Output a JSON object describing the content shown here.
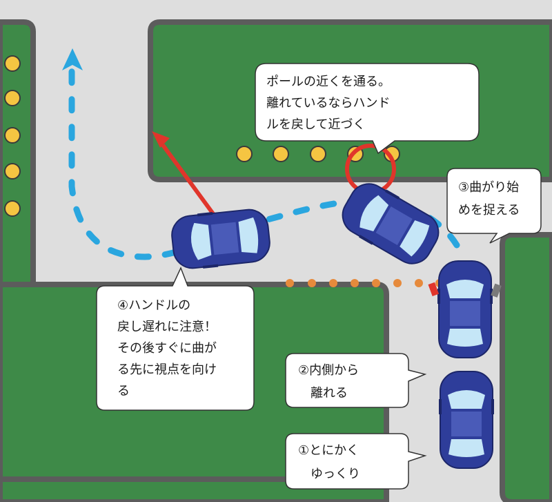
{
  "colors": {
    "road": "#dedede",
    "curb": "#5c5c5c",
    "grass": "#3e8a48",
    "pole": "#f5c542",
    "car_body": "#2e3d9a",
    "car_glass": "#c5e6f7",
    "path": "#2aa6df",
    "steer_arrow": "#e0352b",
    "target_circle": "#e0352b",
    "inner_dots": "#e68a3c"
  },
  "callouts": {
    "pole": {
      "lines": [
        "ポールの近くを通る。",
        "離れているならハンド",
        "ルを戻して近づく"
      ]
    },
    "step3": {
      "lines": [
        "③曲がり始",
        "めを捉える"
      ]
    },
    "step4": {
      "lines": [
        "④ハンドルの",
        "戻し遅れに注意！",
        "その後すぐに曲が",
        "る先に視点を向け",
        "る"
      ]
    },
    "step2": {
      "lines": [
        "②内側から",
        "　離れる"
      ]
    },
    "step1": {
      "lines": [
        "①とにかく",
        "　ゆっくり"
      ]
    }
  }
}
